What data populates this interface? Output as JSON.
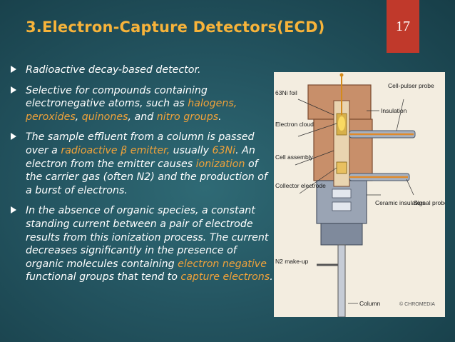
{
  "slide": {
    "title": "3.Electron-Capture Detectors(ECD)",
    "number": "17"
  },
  "bullets": [
    [
      {
        "t": "Radioactive decay-based detector."
      }
    ],
    [
      {
        "t": " Selective for compounds containing electronegative atoms, such as "
      },
      {
        "t": "halogens,",
        "hl": true
      },
      {
        "t": " "
      },
      {
        "t": "peroxides",
        "hl": true
      },
      {
        "t": ", "
      },
      {
        "t": "quinones",
        "hl": true
      },
      {
        "t": ", and "
      },
      {
        "t": "nitro groups",
        "hl": true
      },
      {
        "t": "."
      }
    ],
    [
      {
        "t": "The sample effluent from a column is passed over a "
      },
      {
        "t": "radioactive β emitter,",
        "hl": true
      },
      {
        "t": " usually "
      },
      {
        "t": "63Ni",
        "hl": true
      },
      {
        "t": ". An electron from the emitter causes "
      },
      {
        "t": "ionization",
        "hl": true
      },
      {
        "t": " of the carrier gas (often N2) and the production of a burst of electrons."
      }
    ],
    [
      {
        "t": " In the absence of organic species, a constant standing current between a pair of electrode results from this ionization process. The current decreases significantly in the presence of organic molecules containing "
      },
      {
        "t": "electron negative",
        "hl": true
      },
      {
        "t": " functional groups that tend to "
      },
      {
        "t": "capture electrons",
        "hl": true
      },
      {
        "t": "."
      }
    ]
  ],
  "diagram": {
    "labels": {
      "ni_foil": "63Ni foil",
      "electron_cloud": "Electron cloud",
      "cell_assembly": "Cell assembly",
      "collector_electrode": "Collector electrode",
      "n2_makeup": "N2 make-up",
      "insulation": "Insulation",
      "cell_pulser_probe": "Cell-pulser probe",
      "ceramic_insulators": "Ceramic insulators",
      "signal_probe": "Signal probe",
      "column": "Column",
      "credit": "© CHROMEDIA"
    }
  },
  "colors": {
    "title": "#f7b33a",
    "highlight": "#f0a23a",
    "slide_number_bg": "#c0392b"
  }
}
